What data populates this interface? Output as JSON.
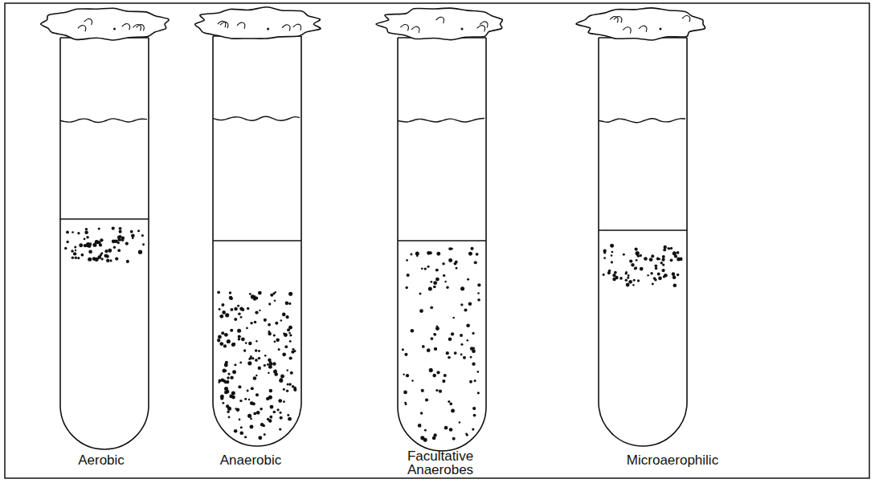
{
  "diagram": {
    "labels": [
      "Aerobic",
      "Anaerobic",
      "Facultative Anaerobes",
      "Microaerophilic"
    ]
  }
}
